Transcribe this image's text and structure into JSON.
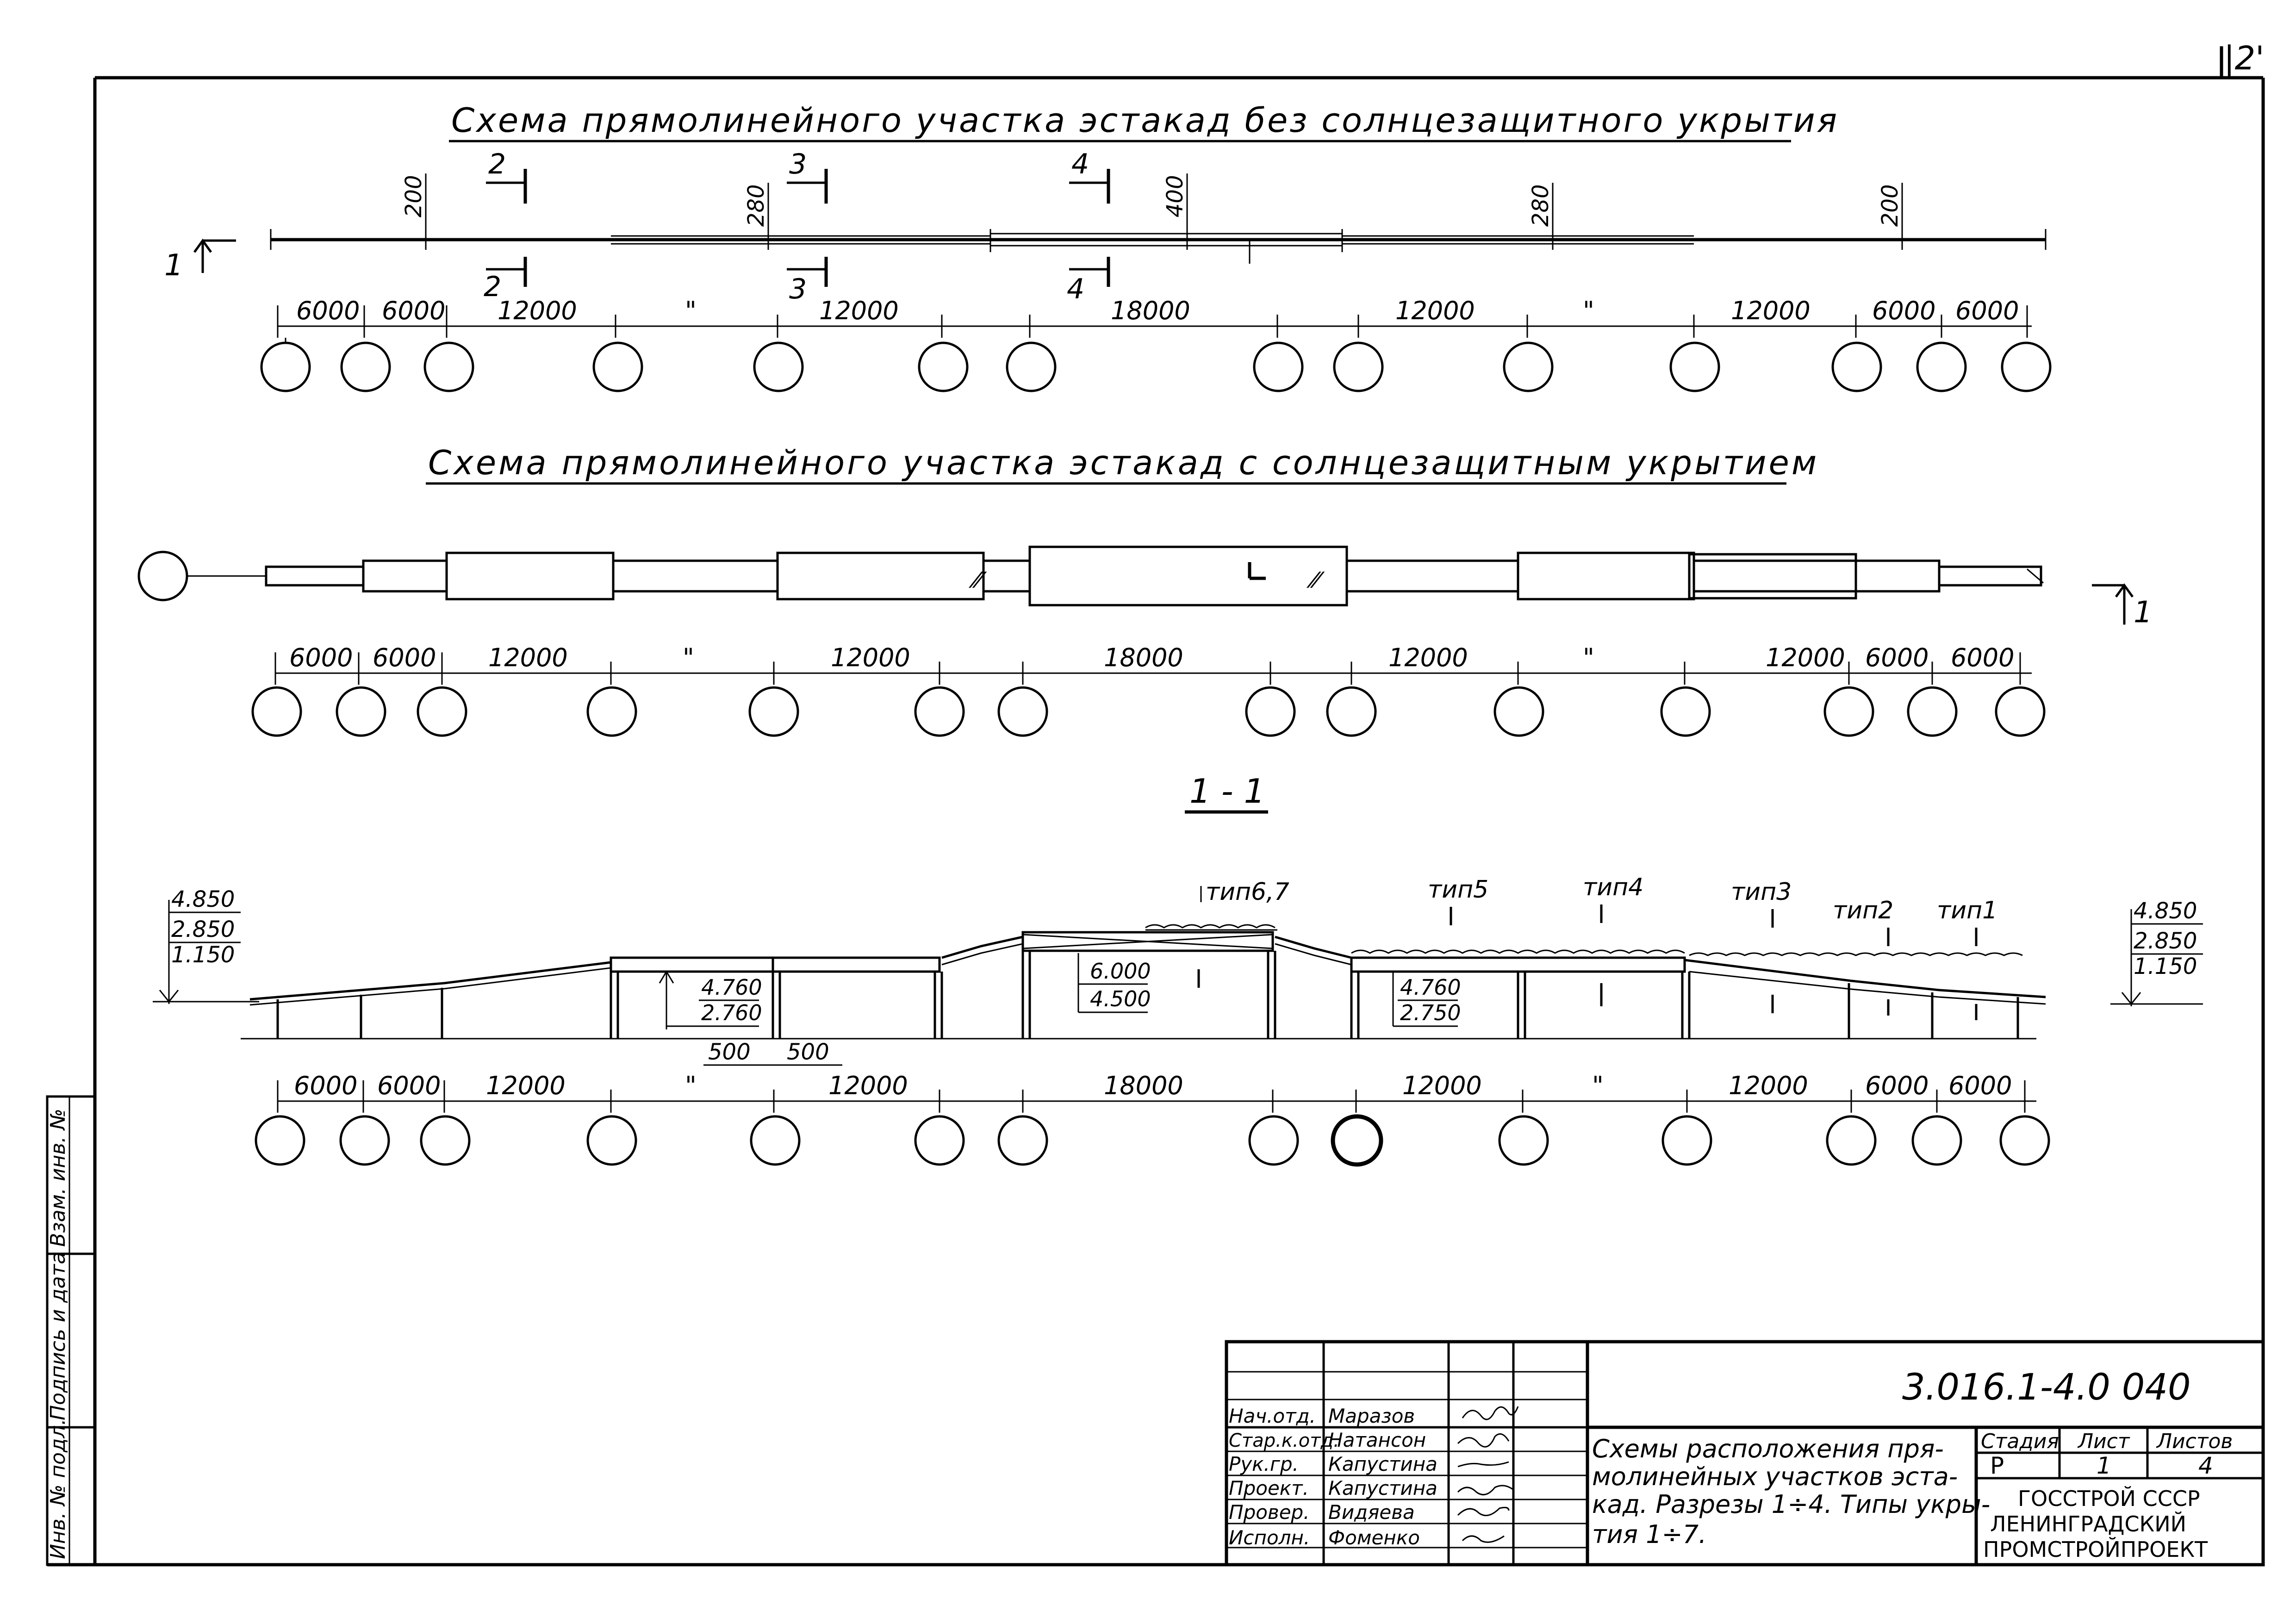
{
  "sheet": {
    "corner_mark": "|2'",
    "plan1": {
      "title": "Схема прямолинейного участка эстакад без солнцезащитного укрытия",
      "section_marks": [
        {
          "num": "2"
        },
        {
          "num": "3"
        },
        {
          "num": "4"
        }
      ],
      "section_marks_bottom": [
        {
          "num": "2"
        },
        {
          "num": "3"
        },
        {
          "num": "4"
        }
      ],
      "widths": [
        "200",
        "280",
        "400",
        "280",
        "200"
      ],
      "cut_mark": "1",
      "spans": [
        "6000",
        "6000",
        "12000",
        "\"",
        "12000",
        "18000",
        "12000",
        "\"",
        "12000",
        "6000",
        "6000"
      ]
    },
    "plan2": {
      "title": "Схема прямолинейного участка эстакад с солнцезащитным укрытием",
      "cut_mark": "1",
      "spans": [
        "6000",
        "6000",
        "12000",
        "\"",
        "12000",
        "18000",
        "12000",
        "\"",
        "12000",
        "6000",
        "6000"
      ]
    },
    "section": {
      "title": "1 - 1",
      "left_levels": [
        "4.850",
        "2.850",
        "1.150"
      ],
      "right_levels": [
        "4.850",
        "2.850",
        "1.150"
      ],
      "inner_levels_a": [
        "4.760",
        "2.760"
      ],
      "inner_levels_b": [
        "6.000",
        "4.500"
      ],
      "inner_levels_c": [
        "4.760",
        "2.750"
      ],
      "offsets": [
        "500",
        "500"
      ],
      "types": [
        "тип6,7",
        "тип5",
        "тип4",
        "тип3",
        "тип2",
        "тип1"
      ],
      "spans": [
        "6000",
        "6000",
        "12000",
        "\"",
        "12000",
        "18000",
        "12000",
        "\"",
        "12000",
        "6000",
        "6000"
      ]
    },
    "side_stamp": [
      "Инв. № подл.",
      "Подпись и дата",
      "Взам. инв. №"
    ],
    "title_block": {
      "code": "3.016.1-4.0 040",
      "description_lines": [
        "Схемы расположения пря-",
        "молинейных участков эста-",
        "кад. Разрезы 1÷4. Типы укры-",
        "тия 1÷7."
      ],
      "stage_header": "Стадия",
      "sheet_header": "Лист",
      "sheets_header": "Листов",
      "stage": "Р",
      "sheet": "1",
      "sheets": "4",
      "org_lines": [
        "ГОССТРОЙ СССР",
        "ЛЕНИНГРАДСКИЙ",
        "ПРОМСТРОЙПРОЕКТ"
      ],
      "people": [
        {
          "role": "Нач.отд.",
          "name": "Маразов"
        },
        {
          "role": "Стар.к.отд.",
          "name": "Натансон"
        },
        {
          "role": "Рук.гр.",
          "name": "Капустина"
        },
        {
          "role": "Проект.",
          "name": "Капустина"
        },
        {
          "role": "Провер.",
          "name": "Видяева"
        },
        {
          "role": "Исполн.",
          "name": "Фоменко"
        }
      ]
    }
  }
}
